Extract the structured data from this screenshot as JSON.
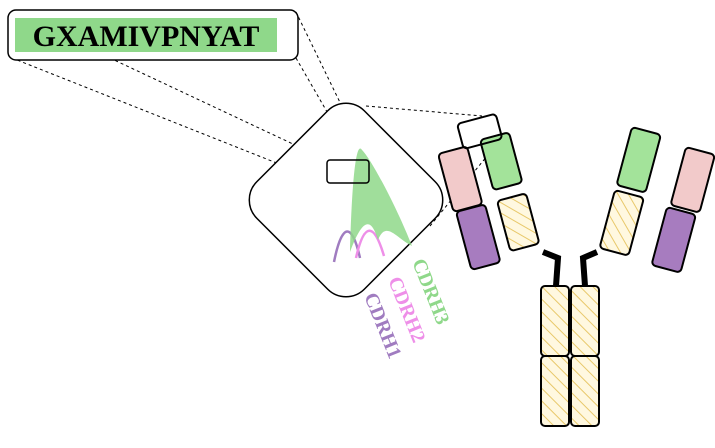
{
  "sequence": {
    "text": "GXAMIVPNYAT",
    "highlight_color": "#8fd88a"
  },
  "cdr_labels": [
    {
      "text": "CDRH3",
      "color": "#8fd88a"
    },
    {
      "text": "CDRH2",
      "color": "#ee8fe8"
    },
    {
      "text": "CDRH1",
      "color": "#a07cc0"
    }
  ],
  "colors": {
    "heavy_variable": "#a3e39a",
    "light_variable": "#f2caca",
    "light_constant": "#a77cbf",
    "constant_fill": "#fff8e0",
    "hatch": "#e8c86a",
    "cdrh3": "#8fd88a",
    "cdrh2": "#ee8fe8",
    "cdrh1": "#a07cc0",
    "outline": "#000000"
  }
}
